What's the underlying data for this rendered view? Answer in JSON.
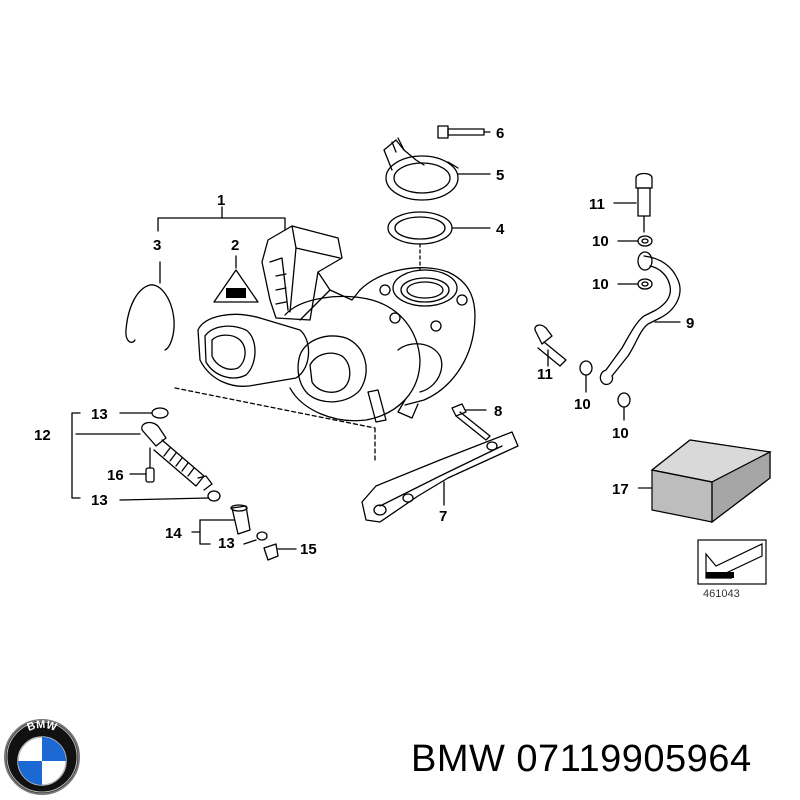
{
  "callouts": {
    "c1": "1",
    "c2": "2",
    "c3": "3",
    "c4": "4",
    "c5": "5",
    "c6": "6",
    "c7": "7",
    "c8": "8",
    "c9": "9",
    "c10a": "10",
    "c10b": "10",
    "c10c": "10",
    "c10d": "10",
    "c11a": "11",
    "c11b": "11",
    "c12": "12",
    "c13a": "13",
    "c13b": "13",
    "c13c": "13",
    "c14": "14",
    "c15": "15",
    "c16": "16",
    "c17": "17"
  },
  "reference_code": "461043",
  "brand": {
    "logo_letters": "BMW",
    "caption": "BMW 07119905964"
  },
  "colors": {
    "line": "#000000",
    "logo_blue": "#1c69d4",
    "logo_ring": "#111111"
  }
}
